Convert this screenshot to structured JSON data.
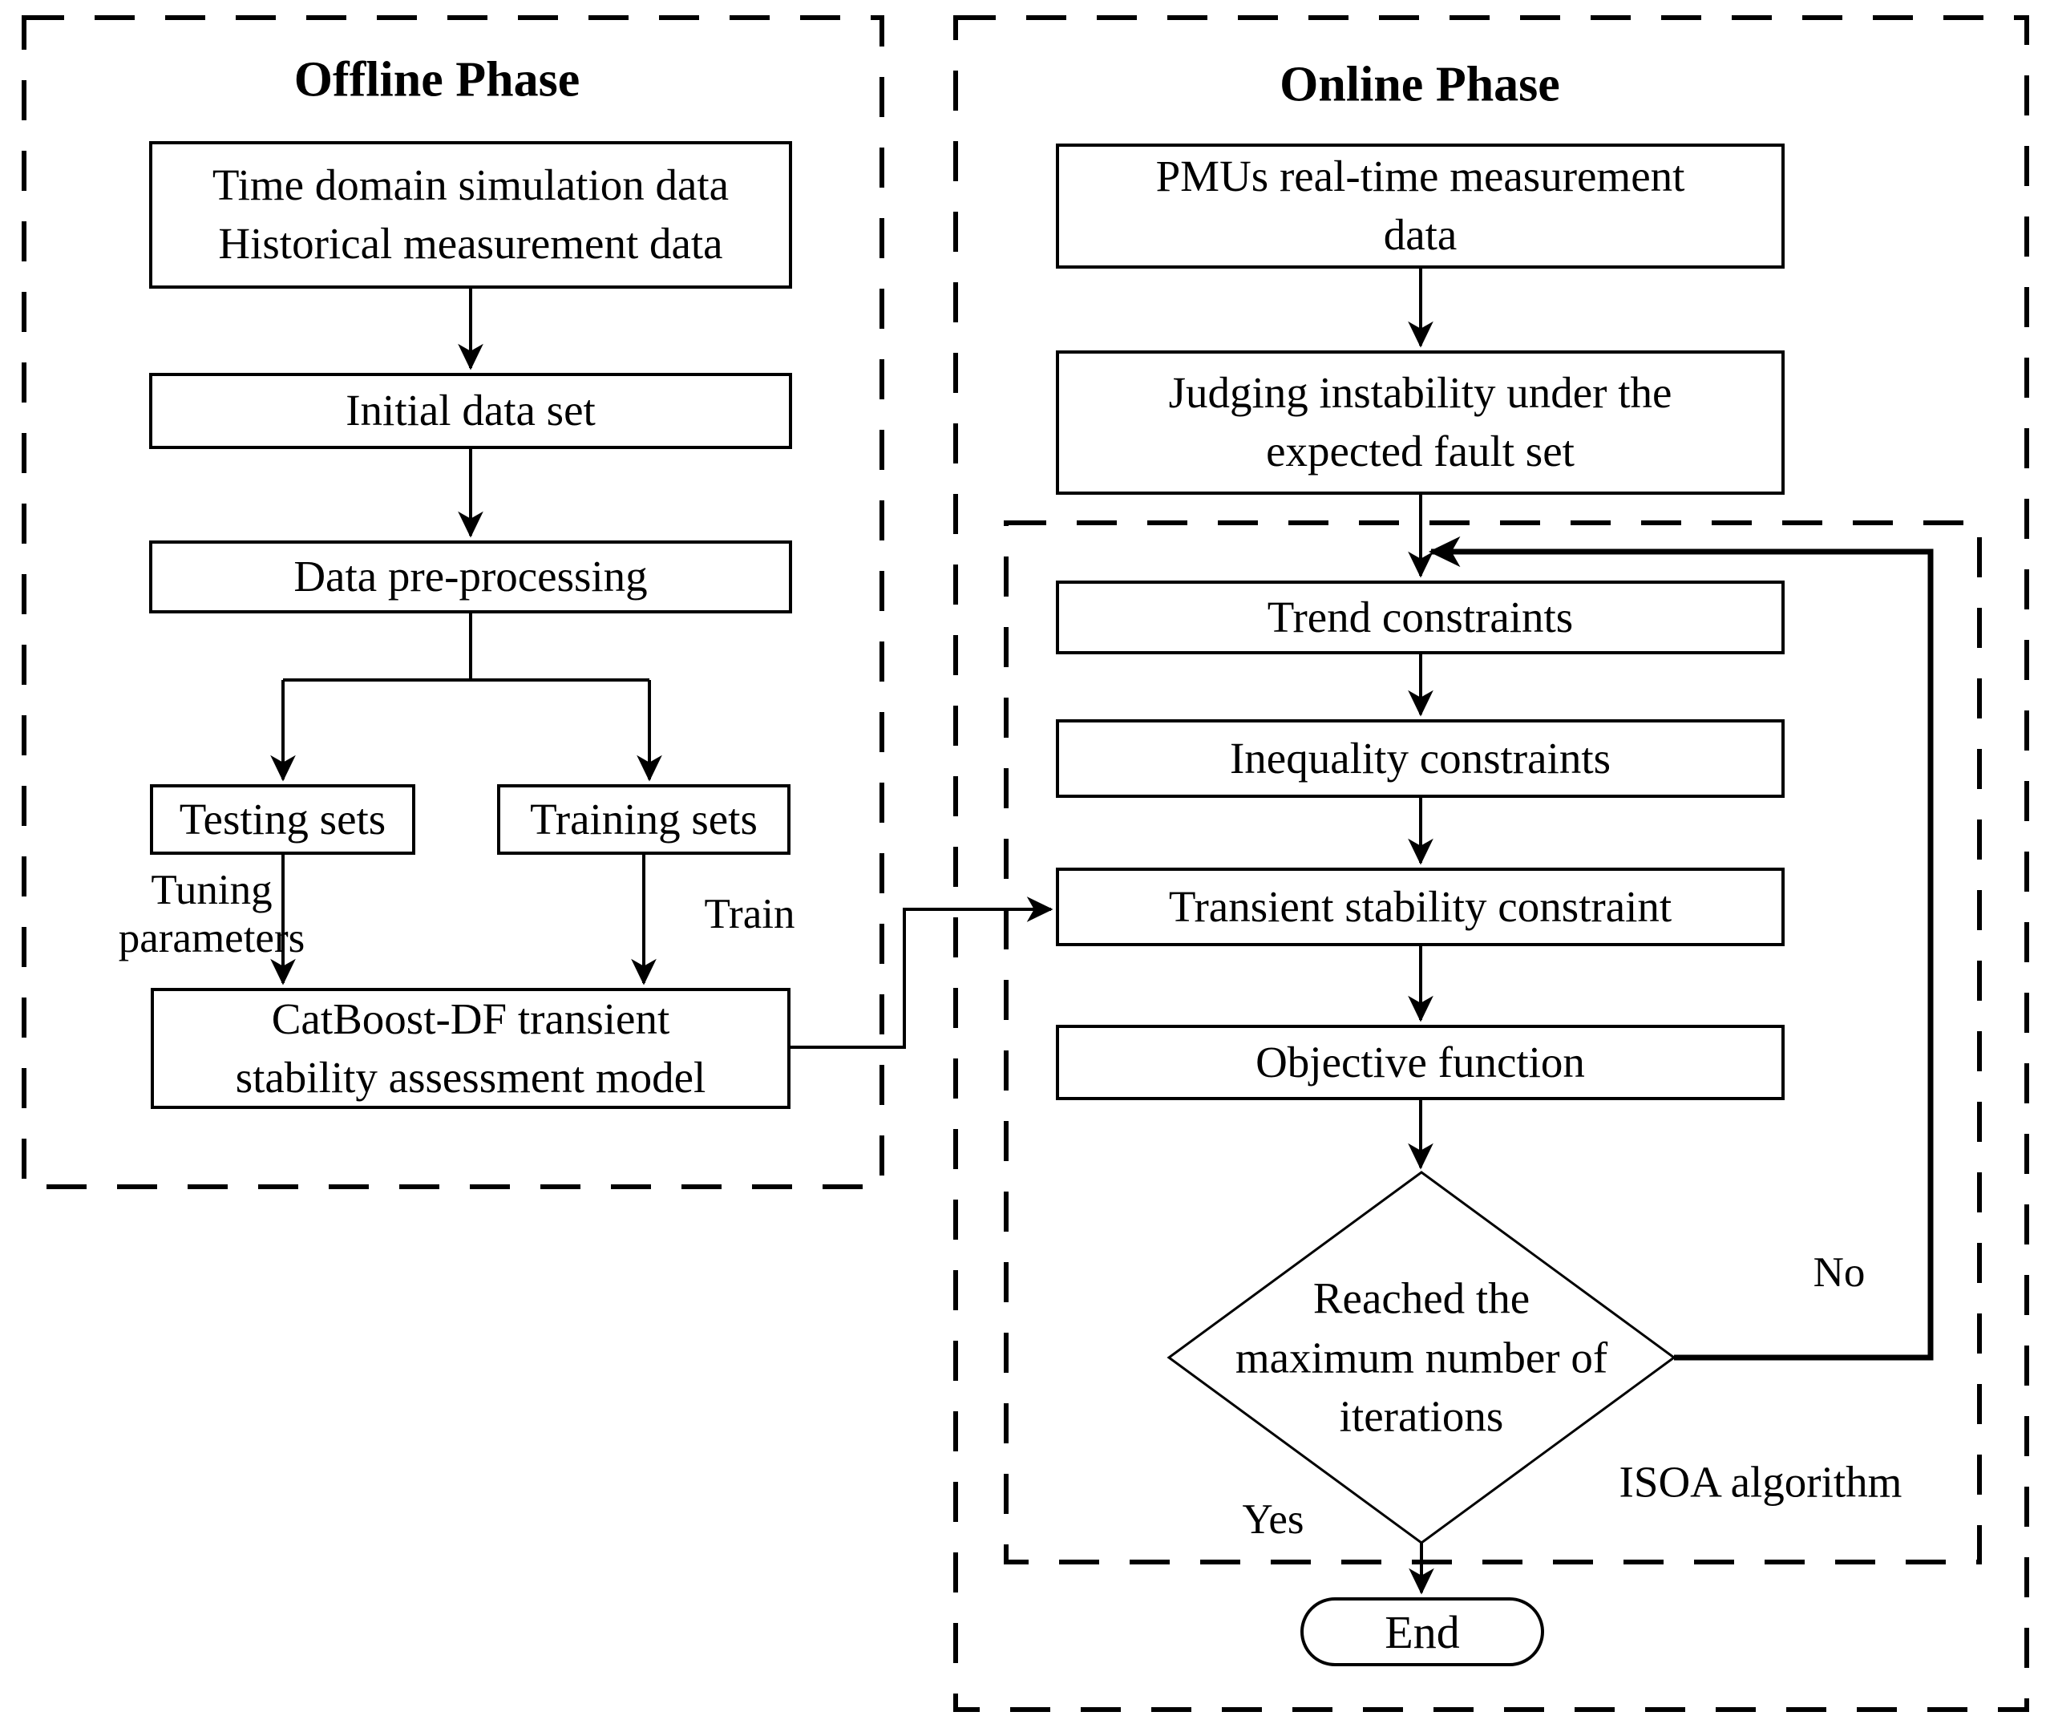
{
  "offline": {
    "title": "Offline Phase",
    "boxes": {
      "source": {
        "line1": "Time domain simulation data",
        "line2": "Historical measurement data"
      },
      "initial": "Initial data set",
      "preprocess": "Data pre-processing",
      "testing": "Testing sets",
      "training": "Training sets",
      "model": {
        "line1": "CatBoost-DF transient",
        "line2": "stability assessment model"
      }
    },
    "labels": {
      "tuning_line1": "Tuning",
      "tuning_line2": "parameters",
      "train": "Train"
    }
  },
  "online": {
    "title": "Online Phase",
    "boxes": {
      "pmu": {
        "line1": "PMUs real-time measurement",
        "line2": "data"
      },
      "judging": {
        "line1": "Judging instability under the",
        "line2": "expected fault set"
      },
      "trend": "Trend constraints",
      "inequality": "Inequality constraints",
      "transient": "Transient stability constraint",
      "objective": "Objective function"
    },
    "decision": {
      "line1": "Reached the",
      "line2": "maximum number of",
      "line3": "iterations"
    },
    "end_label": "End",
    "labels": {
      "no": "No",
      "yes": "Yes",
      "isoa": "ISOA algorithm"
    }
  },
  "colors": {
    "ink": "#000000",
    "paper": "#ffffff"
  }
}
